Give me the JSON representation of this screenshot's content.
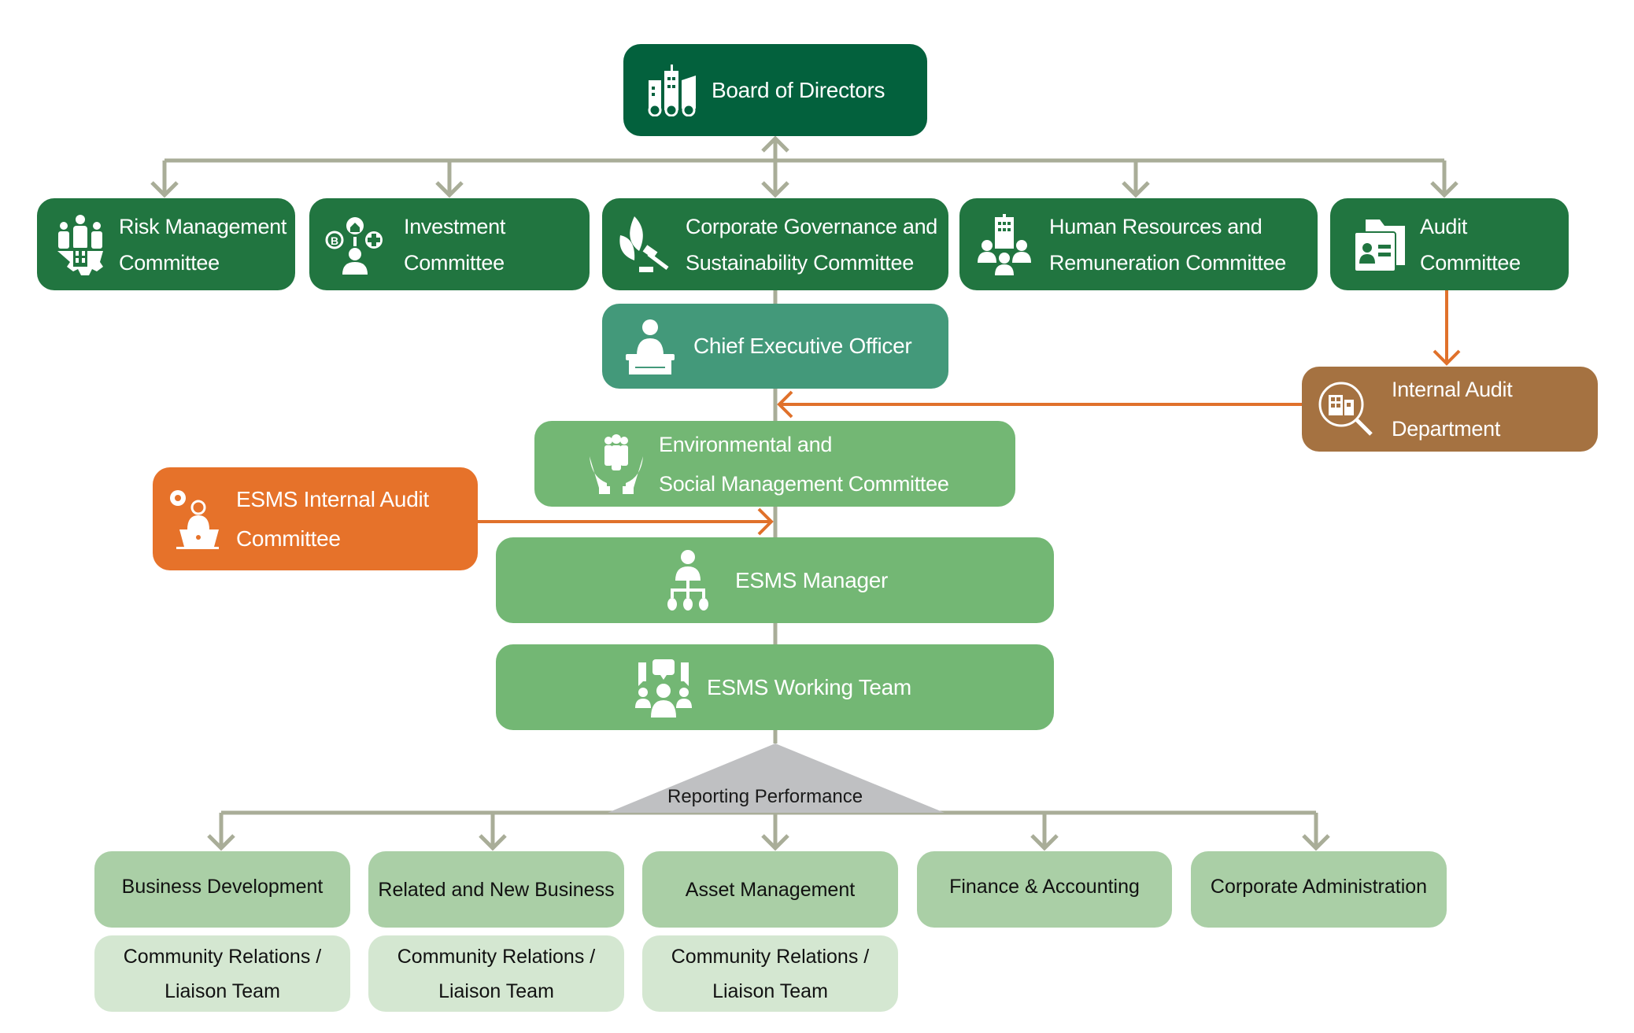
{
  "board": {
    "label": "Board of Directors",
    "icon": "buildings-icon"
  },
  "committees": [
    {
      "id": "risk",
      "lines": [
        "Risk Management",
        "Committee"
      ],
      "icon": "risk-team-gear-icon"
    },
    {
      "id": "investment",
      "lines": [
        "Investment",
        "Committee"
      ],
      "icon": "investment-network-icon"
    },
    {
      "id": "governance",
      "lines": [
        "Corporate Governance and",
        "Sustainability Committee"
      ],
      "icon": "leaf-gavel-icon"
    },
    {
      "id": "hr",
      "lines": [
        "Human Resources and",
        "Remuneration Committee"
      ],
      "icon": "building-people-icon"
    },
    {
      "id": "audit",
      "lines": [
        "Audit",
        "Committee"
      ],
      "icon": "folder-id-card-icon"
    }
  ],
  "ceo": {
    "label": "Chief Executive Officer",
    "icon": "executive-podium-icon"
  },
  "internal_audit_dept": {
    "lines": [
      "Internal Audit",
      "Department"
    ],
    "icon": "building-magnifier-icon"
  },
  "env_social": {
    "lines": [
      "Environmental and",
      "Social Management Committee"
    ],
    "icon": "hands-people-icon"
  },
  "esms_internal_audit": {
    "lines": [
      "ESMS Internal Audit",
      "Committee"
    ],
    "icon": "auditor-laptop-icon"
  },
  "esms_manager": {
    "label": "ESMS Manager",
    "icon": "manager-hierarchy-icon"
  },
  "esms_working_team": {
    "label": "ESMS Working Team",
    "icon": "team-chat-icon"
  },
  "reporting": {
    "label": "Reporting Performance"
  },
  "departments": [
    {
      "label": "Business Development",
      "sub": [
        "Community Relations /",
        "Liaison Team"
      ]
    },
    {
      "label": "Related and New Business",
      "sub": [
        "Community Relations /",
        "Liaison Team"
      ]
    },
    {
      "label": "Asset Management",
      "sub": [
        "Community Relations /",
        "Liaison Team"
      ]
    },
    {
      "label": "Finance & Accounting"
    },
    {
      "label": "Corporate Administration"
    }
  ],
  "colors": {
    "board": "#03613d",
    "committee": "#217540",
    "ceo": "#43997a",
    "esms": "#73b774",
    "esms_audit": "#e6722a",
    "internal_audit": "#a57241",
    "department": "#aacfa6",
    "liaison": "#d4e7d1",
    "connector": "#a9ad98",
    "audit_connector": "#e0712b",
    "reporting_triangle": "#bfc0c2"
  }
}
